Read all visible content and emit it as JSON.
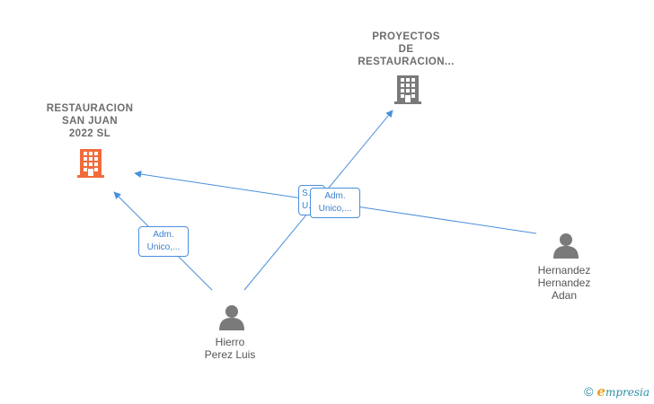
{
  "colors": {
    "edge": "#4a8fdc",
    "company_main": "#f26b3a",
    "company_other": "#7a7a7a",
    "person": "#7a7a7a"
  },
  "nodes": {
    "company_restauracion_san_juan": {
      "label": "RESTAURACION\nSAN JUAN\n2022  SL",
      "icon": "building-icon"
    },
    "company_proyectos": {
      "label": "PROYECTOS\nDE\nRESTAURACION...",
      "icon": "building-icon"
    },
    "person_hierro": {
      "label": "Hierro\nPerez Luis",
      "icon": "person-icon"
    },
    "person_hernandez": {
      "label": "Hernandez\nHernandez\nAdan",
      "icon": "person-icon"
    }
  },
  "edges": {
    "hierro_to_san_juan": {
      "label": "Adm.\nUnico,..."
    },
    "hierro_to_proyectos": {
      "label": "S...\nU..."
    },
    "hernandez_to_san_juan": {
      "label": "Adm.\nUnico,..."
    }
  },
  "footer": {
    "copyright": "©",
    "brand_initial": "e",
    "brand_rest": "mpresia"
  }
}
